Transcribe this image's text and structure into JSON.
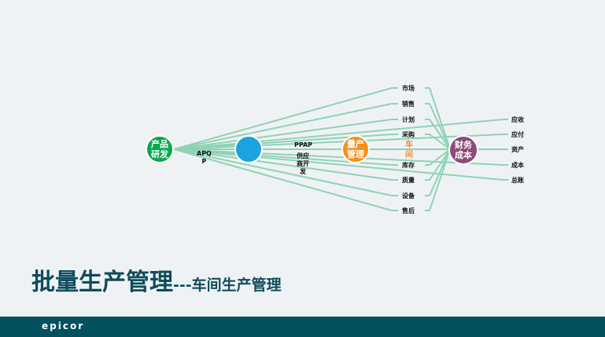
{
  "nodes": {
    "product_dev": "产品\n研发",
    "mass_prod": "量产\n管理",
    "finance": "财务\n成本"
  },
  "labels": {
    "apqp": "APQ\nP",
    "ppap": "PPAP",
    "supplier": "供应\n商开\n发",
    "workshop": "车\n间"
  },
  "left_list": [
    "市场",
    "销售",
    "计划",
    "采购",
    "库存",
    "质量",
    "设备",
    "售后"
  ],
  "right_list": [
    "应收",
    "应付",
    "资产",
    "成本",
    "总账"
  ],
  "title": {
    "main": "批量生产管理",
    "sub": "---车间生产管理"
  },
  "footer": {
    "logo": "epicor"
  },
  "colors": {
    "line": "#8fd3b4",
    "green": "#0aa84f",
    "blue": "#1aa3e0",
    "orange": "#f4901e",
    "purple": "#8e4a79",
    "title": "#0f4c5c",
    "footer": "#03505f"
  }
}
